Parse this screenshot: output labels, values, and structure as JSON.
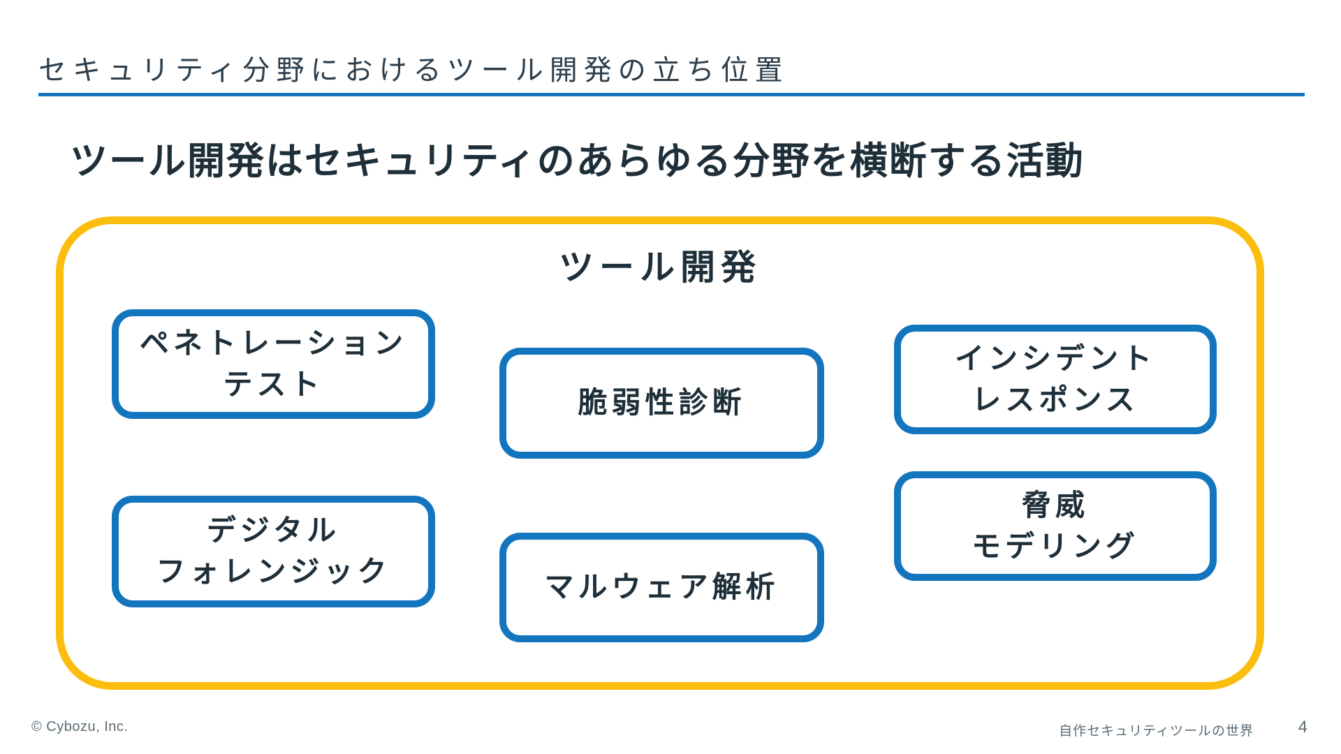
{
  "title": "セキュリティ分野におけるツール開発の立ち位置",
  "heading": "ツール開発はセキュリティのあらゆる分野を横断する活動",
  "diagram": {
    "label": "ツール開発",
    "boxes": [
      {
        "label": "ペネトレーション\nテスト"
      },
      {
        "label": "脆弱性診断"
      },
      {
        "label": "インシデント\nレスポンス"
      },
      {
        "label": "デジタル\nフォレンジック"
      },
      {
        "label": "マルウェア解析"
      },
      {
        "label": "脅威\nモデリング"
      }
    ]
  },
  "footer": {
    "copyright": "© Cybozu, Inc.",
    "deck_title": "自作セキュリティツールの世界",
    "page_number": "4"
  },
  "colors": {
    "accent_blue": "#1375BE",
    "accent_yellow": "#FBBD0E",
    "text_dark": "#22333E",
    "footer_gray": "#5C6B75"
  }
}
